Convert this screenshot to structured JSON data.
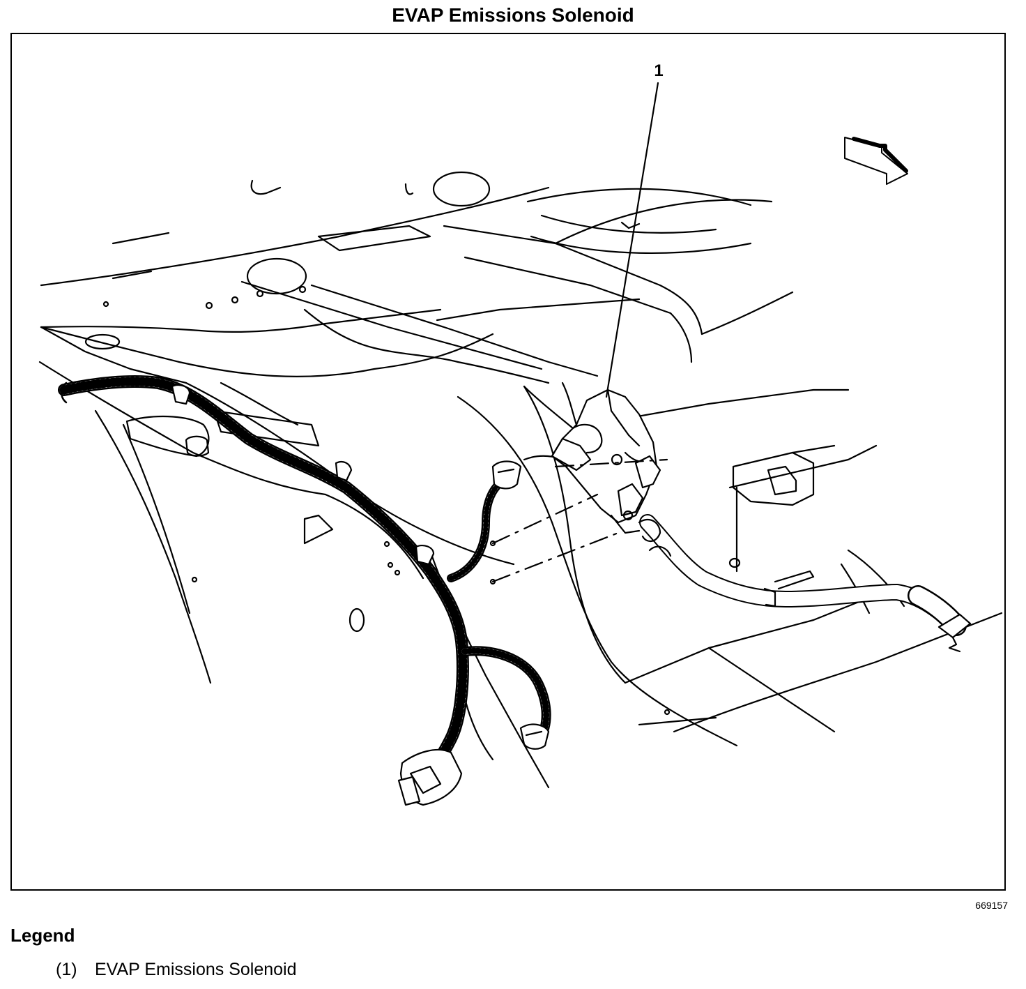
{
  "title": "EVAP Emissions Solenoid",
  "callout": "1",
  "figure_id": "669157",
  "legend": {
    "heading": "Legend",
    "items": [
      {
        "number": "(1)",
        "label": "EVAP Emissions Solenoid"
      }
    ]
  },
  "icons": {
    "direction_arrow": "forward-direction-arrow-icon"
  }
}
